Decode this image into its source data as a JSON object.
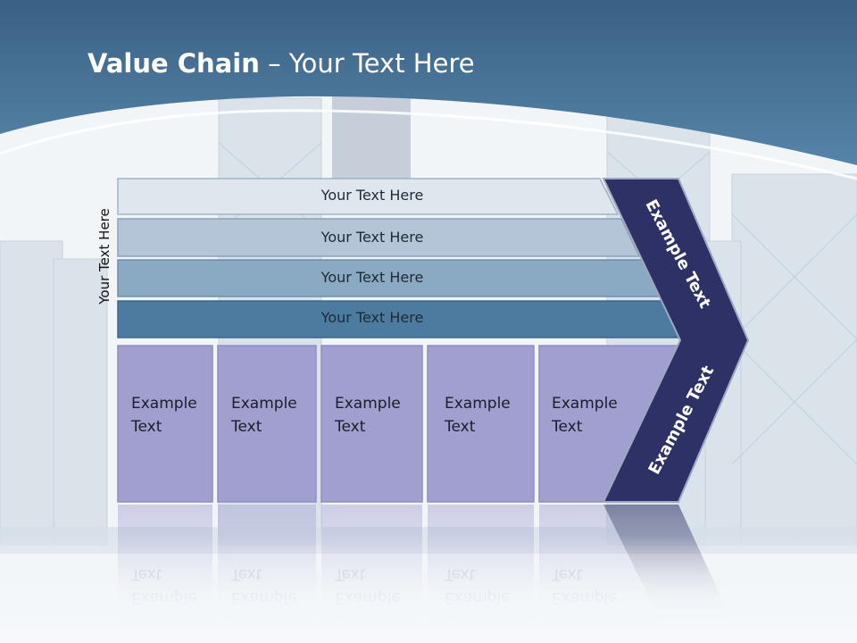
{
  "slide": {
    "title_bold": "Value Chain",
    "title_rest": " – Your Text Here",
    "side_label": "Your Text Here"
  },
  "bars": [
    {
      "label": "Your Text Here",
      "color": "#dfe6ee"
    },
    {
      "label": "Your Text Here",
      "color": "#b3c5d6"
    },
    {
      "label": "Your Text Here",
      "color": "#8aa9c3"
    },
    {
      "label": "Your Text Here",
      "color": "#4d7ba0"
    }
  ],
  "boxes": [
    {
      "label": "Example\nText"
    },
    {
      "label": "Example\nText"
    },
    {
      "label": "Example\nText"
    },
    {
      "label": "Example\nText"
    },
    {
      "label": "Example\nText"
    }
  ],
  "chevron": {
    "top_label": "Example Text",
    "bottom_label": "Example Text",
    "color": "#2e3166"
  },
  "colors": {
    "header": "#3f6b91",
    "box_fill": "#a09fd0",
    "box_border": "#8f8fc0"
  }
}
